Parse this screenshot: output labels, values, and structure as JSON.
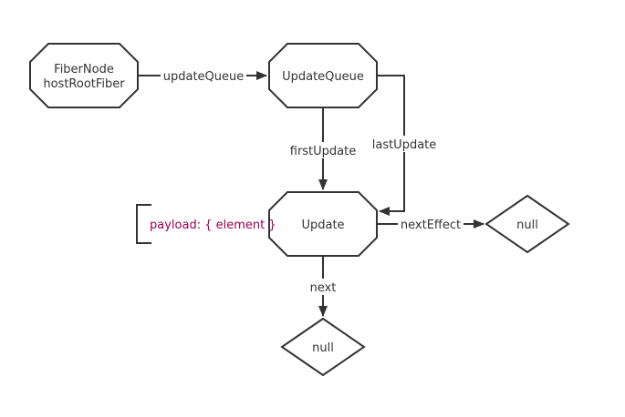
{
  "diagram": {
    "nodes": {
      "fiber": {
        "line1": "FiberNode",
        "line2": "hostRootFiber",
        "shape": "octagon"
      },
      "update_queue": {
        "label": "UpdateQueue",
        "shape": "octagon"
      },
      "update": {
        "label": "Update",
        "shape": "octagon"
      },
      "null_right": {
        "label": "null",
        "shape": "diamond"
      },
      "null_bottom": {
        "label": "null",
        "shape": "diamond"
      }
    },
    "edges": {
      "update_queue": "updateQueue",
      "first_update": "firstUpdate",
      "last_update": "lastUpdate",
      "next_effect": "nextEffect",
      "next": "next"
    },
    "annotation": {
      "text": "payload: { element }",
      "color": "#990055"
    },
    "colors": {
      "stroke": "#333333",
      "text": "#333333",
      "background": "#ffffff"
    }
  }
}
